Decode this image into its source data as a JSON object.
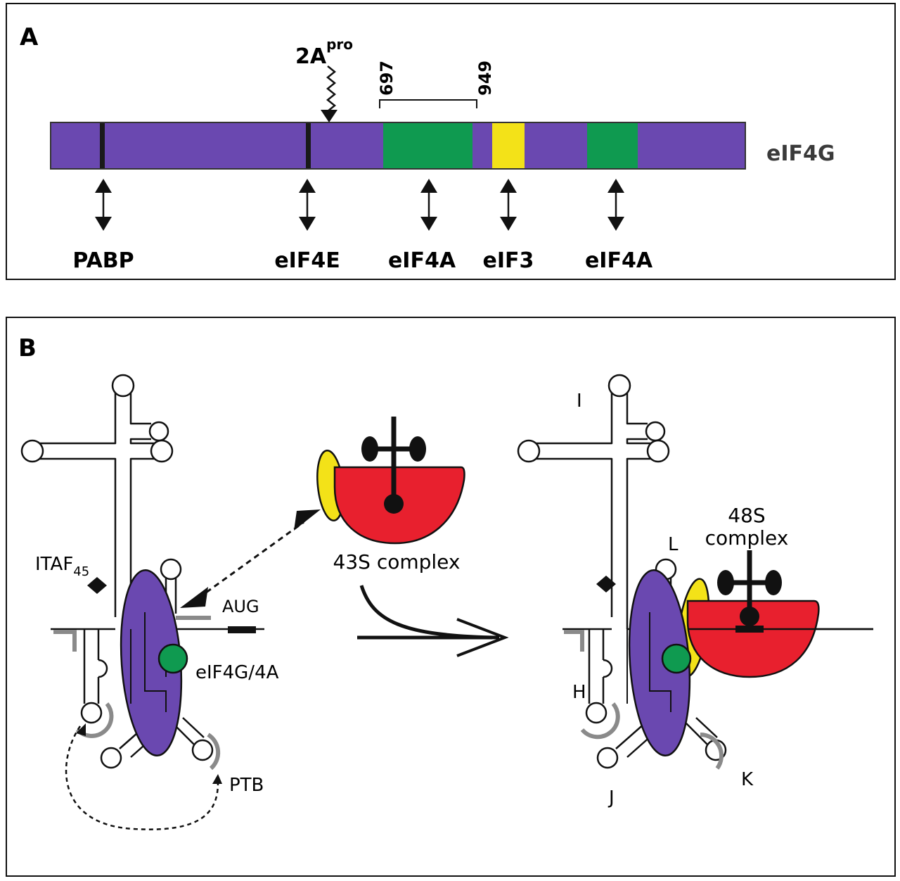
{
  "panel_a": {
    "letter": "A",
    "protein_label": "eIF4G",
    "protease": {
      "base": "2A",
      "superscript": "pro"
    },
    "range": {
      "start": "697",
      "end": "949"
    },
    "partners": [
      "PABP",
      "eIF4E",
      "eIF4A",
      "eIF3",
      "eIF4A"
    ],
    "colors": {
      "backbone": "#6a48b0",
      "eif4a_domain": "#0f9a50",
      "eif3_domain": "#f3e218",
      "site_mark": "#1a1a1a"
    }
  },
  "panel_b": {
    "letter": "B",
    "labels": {
      "itaf": {
        "base": "ITAF",
        "subscript": "45"
      },
      "aug": "AUG",
      "eif4g_4a": "eIF4G/4A",
      "ptb": "PTB",
      "complex_43s": "43S complex",
      "complex_48s_line1": "48S",
      "complex_48s_line2": "complex",
      "domain_i": "I",
      "domain_l": "L",
      "domain_h": "H",
      "domain_j": "J",
      "domain_k": "K"
    },
    "colors": {
      "ribosome": "#e8202e",
      "eif3": "#f3e218",
      "eif4g": "#6a48b0",
      "eif4a": "#0f9a50",
      "ptb": "#8a8a8a"
    }
  }
}
